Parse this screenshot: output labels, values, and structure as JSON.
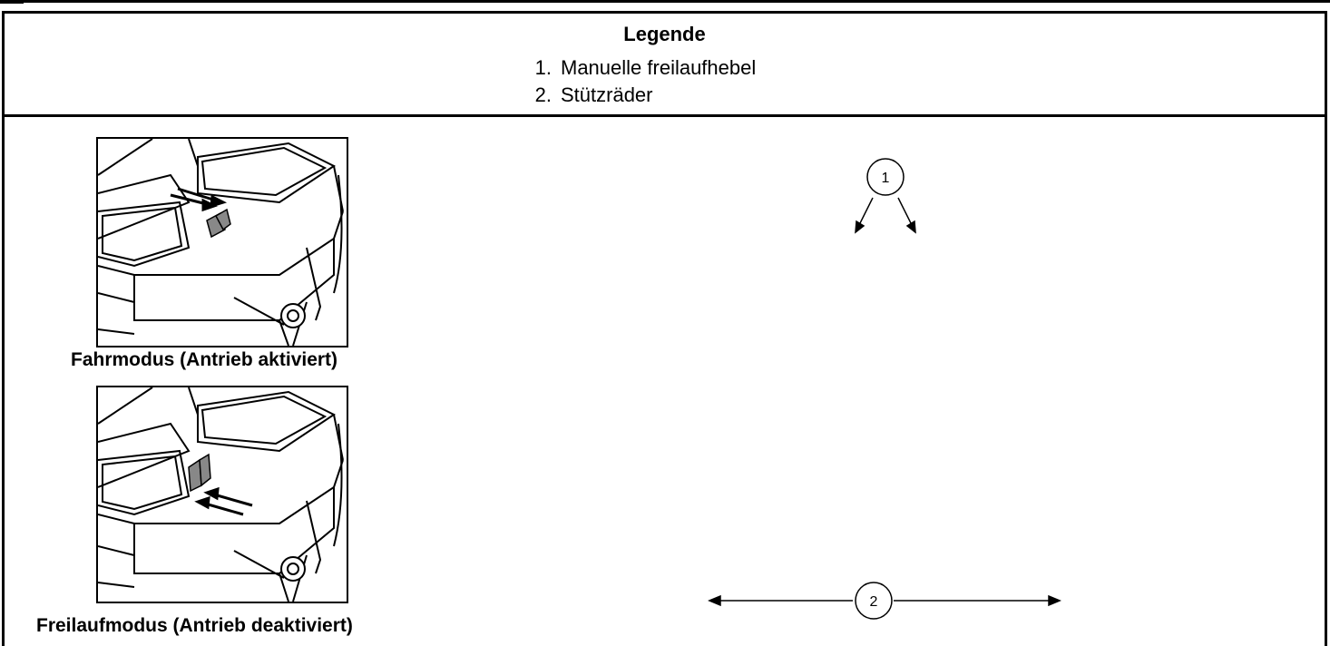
{
  "legend": {
    "title": "Legende",
    "items": [
      {
        "num": "1.",
        "label": "Manuelle freilaufhebel"
      },
      {
        "num": "2.",
        "label": "Stützräder"
      }
    ]
  },
  "figures": [
    {
      "caption": "Fahrmodus (Antrieb aktiviert)"
    },
    {
      "caption": "Freilaufmodus (Antrieb deaktiviert)"
    }
  ],
  "callouts": [
    {
      "number": "1"
    },
    {
      "number": "2"
    }
  ]
}
